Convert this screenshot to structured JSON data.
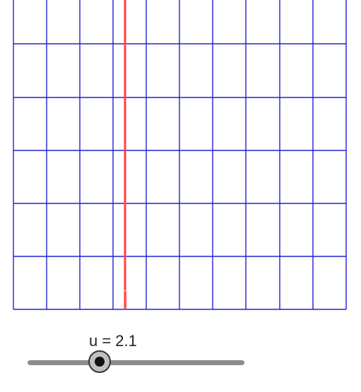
{
  "slider": {
    "variable": "u",
    "label": "u = 2.1",
    "value": 2.1,
    "track_color": "#8c8c8c",
    "knob_color": "#333333"
  },
  "graph": {
    "grid_color": "#2020d0",
    "curve_color": "#ff4040"
  }
}
